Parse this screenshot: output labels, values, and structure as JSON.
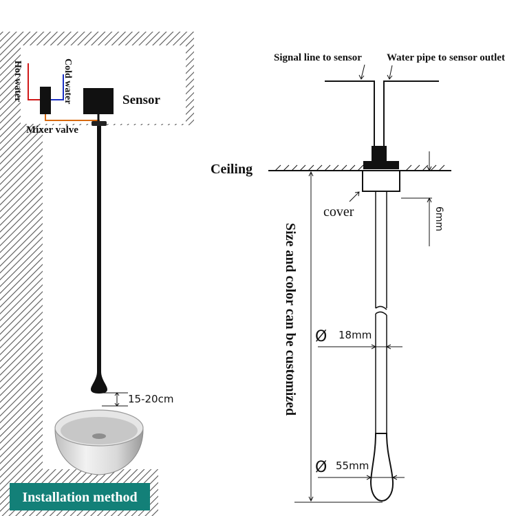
{
  "left": {
    "hot_water": "Hot water",
    "cold_water": "Cold water",
    "sensor": "Sensor",
    "mixer_valve": "Mixer valve",
    "clearance": "15-20cm",
    "badge": "Installation method"
  },
  "right": {
    "signal_line": "Signal line to sensor",
    "water_pipe": "Water pipe to sensor outlet",
    "ceiling": "Ceiling",
    "cover": "cover",
    "cover_dim": "6mm",
    "vertical_note": "Size and color can be customized",
    "diameter_symbol": "Ø",
    "pipe_diameter": "18mm",
    "head_diameter": "55mm"
  },
  "colors": {
    "hot_line": "#d01818",
    "cold_line": "#1a2fc4",
    "mixer_line": "#d86a10",
    "badge_bg": "#138078"
  }
}
